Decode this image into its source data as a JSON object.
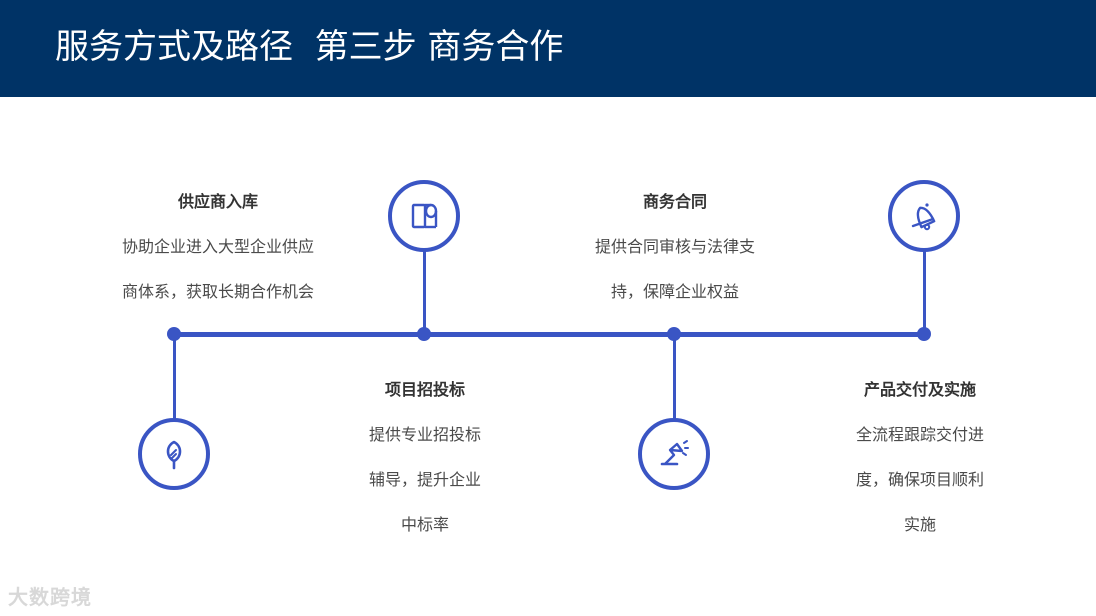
{
  "header": {
    "title": "服务方式及路径  第三步 商务合作"
  },
  "steps": [
    {
      "title": "供应商入库",
      "lines": [
        "协助企业进入大型企业供应",
        "商体系，获取长期合作机会"
      ],
      "icon": "leaf-icon"
    },
    {
      "title": "项目招投标",
      "lines": [
        "提供专业招投标",
        "辅导，提升企业",
        "中标率"
      ],
      "icon": "scroll-icon"
    },
    {
      "title": "商务合同",
      "lines": [
        "提供合同审核与法律支",
        "持，保障企业权益"
      ],
      "icon": "lamp-icon"
    },
    {
      "title": "产品交付及实施",
      "lines": [
        "全流程跟踪交付进",
        "度，确保项目顺利",
        "实施"
      ],
      "icon": "bell-icon"
    }
  ],
  "watermark": {
    "text": "大数跨境"
  },
  "colors": {
    "header_bg": "#003366",
    "accent": "#3a55c4",
    "text": "#4a4a4a"
  }
}
